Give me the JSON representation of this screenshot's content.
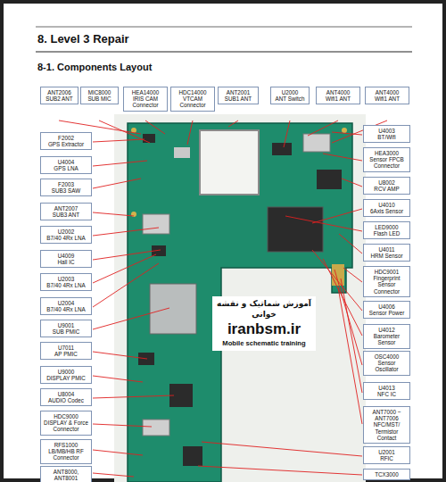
{
  "diagram": {
    "title": "8. Level 3 Repair",
    "nodes": [
      {
        "text": [
          "ANT2006",
          "SUB2 ANT"
        ]
      },
      {
        "text": [
          "MIC8000",
          "SUB MIC"
        ]
      },
      {
        "text": [
          "HEA14000",
          "IRIS CAM Connector"
        ]
      },
      {
        "text": [
          "HDC14000",
          "VTCAM Connector"
        ]
      },
      {
        "text": [
          "ANT2001",
          "SUB1 ANT"
        ]
      },
      {
        "text": [
          "U2000",
          "ANT Switch"
        ]
      },
      {
        "text": [
          "ANT4000",
          "Wifi1 ANT"
        ]
      },
      {
        "text": [
          "ANT4000",
          "Wifi1 ANT"
        ]
      },
      {
        "text": [
          "F2002",
          "GPS Extractor"
        ]
      },
      {
        "text": [
          "U4004",
          "GPS LNA"
        ]
      },
      {
        "text": [
          "F2003",
          "SUB3 SAW"
        ]
      },
      {
        "text": [
          "ANT2007",
          "SUB3 ANT"
        ]
      },
      {
        "text": [
          "U2002",
          "B7/40 4Rx LNA"
        ]
      },
      {
        "text": [
          "U4009",
          "Hall IC"
        ]
      },
      {
        "text": [
          "U2003",
          "B7/40 4Rx LNA"
        ]
      },
      {
        "text": [
          "U2004",
          "B7/40 4Rx LNA"
        ]
      },
      {
        "text": [
          "U9001",
          "SUB PMIC"
        ]
      },
      {
        "text": [
          "U7011",
          "AP PMIC"
        ]
      },
      {
        "text": [
          "U9000",
          "DISPLAY PMIC"
        ]
      },
      {
        "text": [
          "U8004",
          "AUDIO Codec"
        ]
      },
      {
        "text": [
          "HDC9000",
          "DISPLAY & Force Connector"
        ]
      },
      {
        "text": [
          "RFS1000",
          "LB/MB/HB RF Connector"
        ]
      },
      {
        "text": [
          "ANT8000, ANT8001"
        ]
      },
      {
        "text": [
          "U4003",
          "BT/Wifi"
        ]
      },
      {
        "text": [
          "HEA3000",
          "Sensor FPCB Connector"
        ]
      },
      {
        "text": [
          "U8002",
          "RCV AMP"
        ]
      },
      {
        "text": [
          "U4010",
          "6Axis Sensor"
        ]
      },
      {
        "text": [
          "LED9000",
          "Flash LED"
        ]
      },
      {
        "text": [
          "U4011",
          "HRM Sensor"
        ]
      },
      {
        "text": [
          "HDC9001",
          "Fingerprint Sensor Connector"
        ]
      },
      {
        "text": [
          "U4006",
          "Sensor Power"
        ]
      },
      {
        "text": [
          "U4012",
          "Barometer Sensor"
        ]
      },
      {
        "text": [
          "OSC4000",
          "Sensor Oscillator"
        ]
      },
      {
        "text": [
          "U4013",
          "NFC IC"
        ]
      },
      {
        "text": [
          "ANT7000 ~ ANT7006",
          "NFC/MST/ Termistor Contact"
        ]
      },
      {
        "text": [
          "U2001",
          "RFIC"
        ]
      },
      {
        "text": [
          "TCX3000"
        ]
      },
      {
        "text": [
          "آموزش شماتیک و نقشه خوانی",
          "iranbsm.ir",
          "Mobile schematic training"
        ]
      }
    ],
    "labels": [
      "8-1. Components Layout"
    ]
  }
}
